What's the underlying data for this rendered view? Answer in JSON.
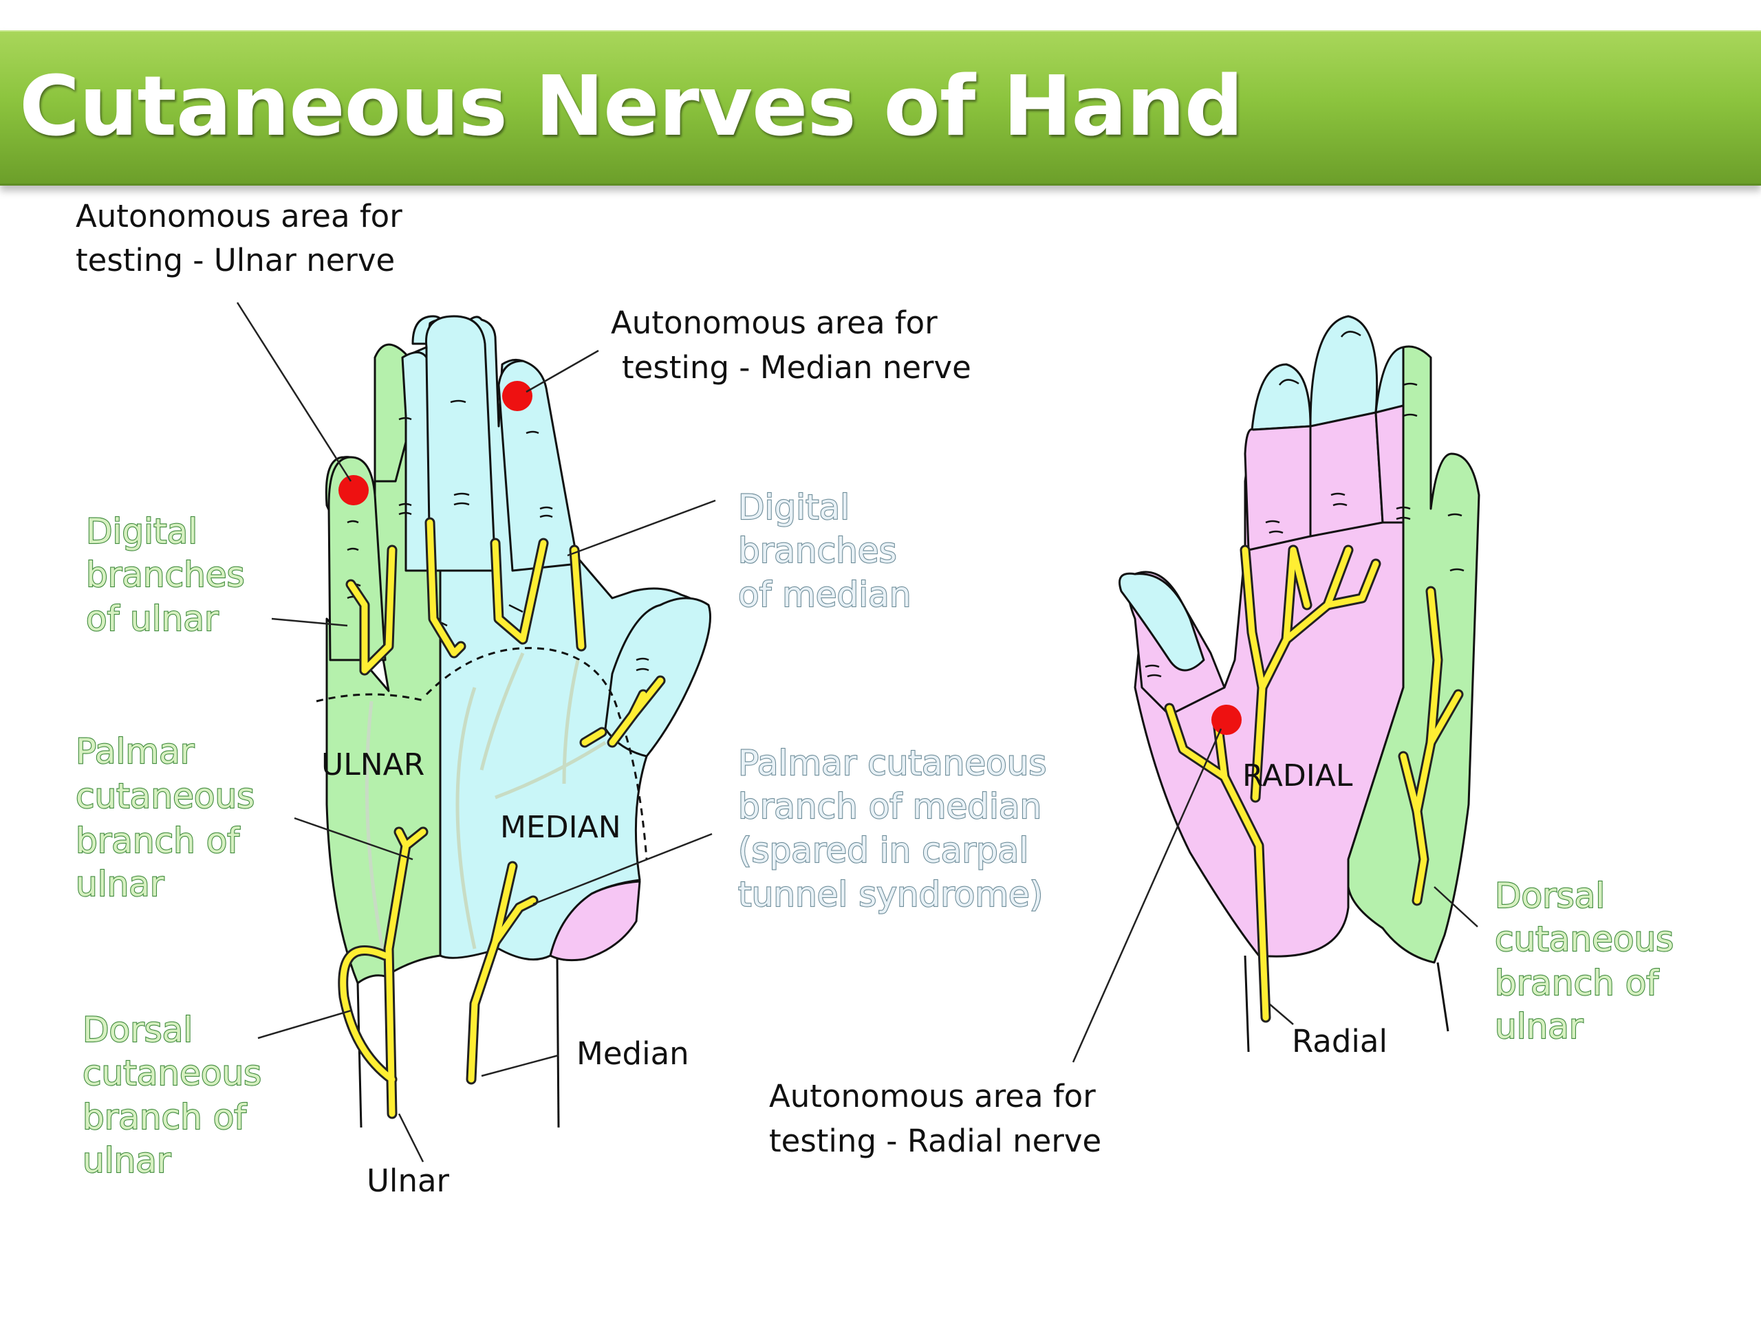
{
  "title": "Cutaneous Nerves of Hand",
  "colors": {
    "title_bar": "#8cc43e",
    "ulnar_region": "#b5f0ac",
    "median_region": "#c9f6f8",
    "radial_region": "#f6c6f4",
    "nerve": "#ffee33",
    "autonomous_spot": "#ee1111"
  },
  "labels": {
    "auto_ulnar": [
      "Autonomous area for",
      "testing - Ulnar nerve"
    ],
    "auto_median": [
      "Autonomous area for",
      "testing - Median nerve"
    ],
    "auto_radial": [
      "Autonomous area for",
      "testing - Radial nerve"
    ],
    "digital_ulnar": [
      "Digital",
      "branches",
      "of ulnar"
    ],
    "palmar_ulnar": [
      "Palmar",
      "cutaneous",
      "branch of",
      "ulnar"
    ],
    "dorsal_ulnar_left": [
      "Dorsal",
      "cutaneous",
      "branch of",
      "ulnar"
    ],
    "digital_median": [
      "Digital",
      "branches",
      "of median"
    ],
    "palmar_median": [
      "Palmar cutaneous",
      "branch of median",
      "(spared in carpal",
      "tunnel syndrome)"
    ],
    "dorsal_ulnar_right": [
      "Dorsal",
      "cutaneous",
      "branch of",
      "ulnar"
    ],
    "nerve_median": "Median",
    "nerve_ulnar": "Ulnar",
    "nerve_radial": "Radial"
  },
  "regions": {
    "ulnar": "ULNAR",
    "median": "MEDIAN",
    "radial": "RADIAL"
  }
}
